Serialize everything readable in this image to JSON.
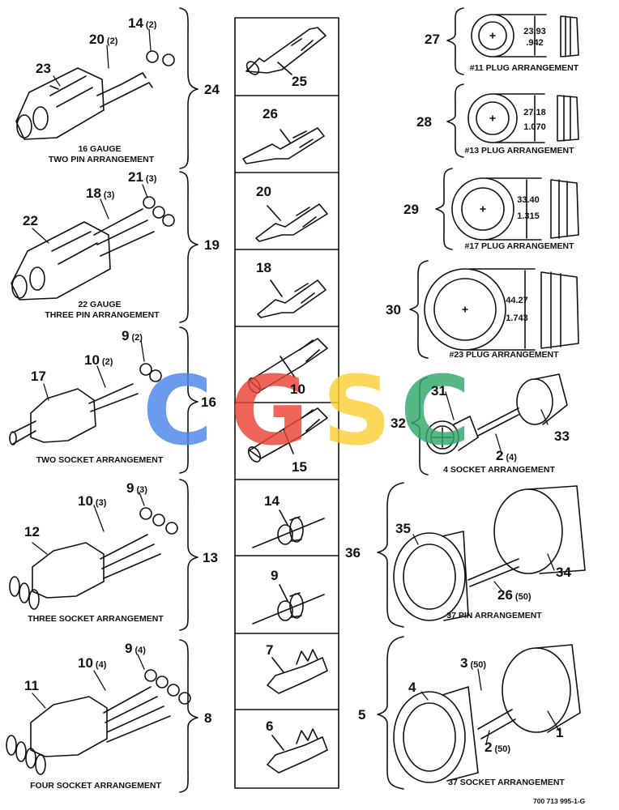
{
  "captions": {
    "c16g": "16 GAUGE",
    "c2pin": "TWO PIN ARRANGEMENT",
    "c22g": "22 GAUGE",
    "c3pin": "THREE PIN ARRANGEMENT",
    "c2sock": "TWO SOCKET ARRANGEMENT",
    "c3sock": "THREE SOCKET ARRANGEMENT",
    "c4sock": "FOUR SOCKET ARRANGEMENT",
    "p11": "#11 PLUG ARRANGEMENT",
    "p13": "#13 PLUG ARRANGEMENT",
    "p17": "#17 PLUG ARRANGEMENT",
    "p23": "#23 PLUG ARRANGEMENT",
    "c4sockr": "4 SOCKET ARRANGEMENT",
    "c37pin": "37 PIN ARRANGEMENT",
    "c37sock": "37 SOCKET ARRANGEMENT"
  },
  "dimensions": {
    "d27a": "23.93",
    "d27b": ".942",
    "d28a": "27.18",
    "d28b": "1.070",
    "d29a": "33.40",
    "d29b": "1.315",
    "d30a": "44.27",
    "d30b": "1.743"
  },
  "labels": {
    "n14": "14",
    "q14": "(2)",
    "n20": "20",
    "q20": "(2)",
    "n23": "23",
    "n24": "24",
    "n21": "21",
    "q21": "(3)",
    "n18": "18",
    "q18": "(3)",
    "n22": "22",
    "n19": "19",
    "n9a": "9",
    "q9a": "(2)",
    "n10a": "10",
    "q10a": "(2)",
    "n17": "17",
    "n16": "16",
    "n9b": "9",
    "q9b": "(3)",
    "n10b": "10",
    "q10b": "(3)",
    "n12": "12",
    "n13": "13",
    "n9c": "9",
    "q9c": "(4)",
    "n10c": "10",
    "q10c": "(4)",
    "n11": "11",
    "n8": "8",
    "m25": "25",
    "m26": "26",
    "m20": "20",
    "m18": "18",
    "m10": "10",
    "m15": "15",
    "m14": "14",
    "m9": "9",
    "m7": "7",
    "m6": "6",
    "n27": "27",
    "n28": "28",
    "n29": "29",
    "n30": "30",
    "n31": "31",
    "n32": "32",
    "n33": "33",
    "n2a": "2",
    "q2a": "(4)",
    "n35": "35",
    "n36": "36",
    "n34": "34",
    "n26": "26",
    "q26": "(50)",
    "n3": "3",
    "q3": "(50)",
    "n4": "4",
    "n5": "5",
    "n1": "1",
    "n2b": "2",
    "q2b": "(50)"
  },
  "figure_code": "700 713 995-1-G",
  "watermark": {
    "letters": [
      "C",
      "G",
      "S",
      "C"
    ],
    "colors": [
      "#4a86e8",
      "#ea4335",
      "#fbd035",
      "#33a86a"
    ]
  }
}
